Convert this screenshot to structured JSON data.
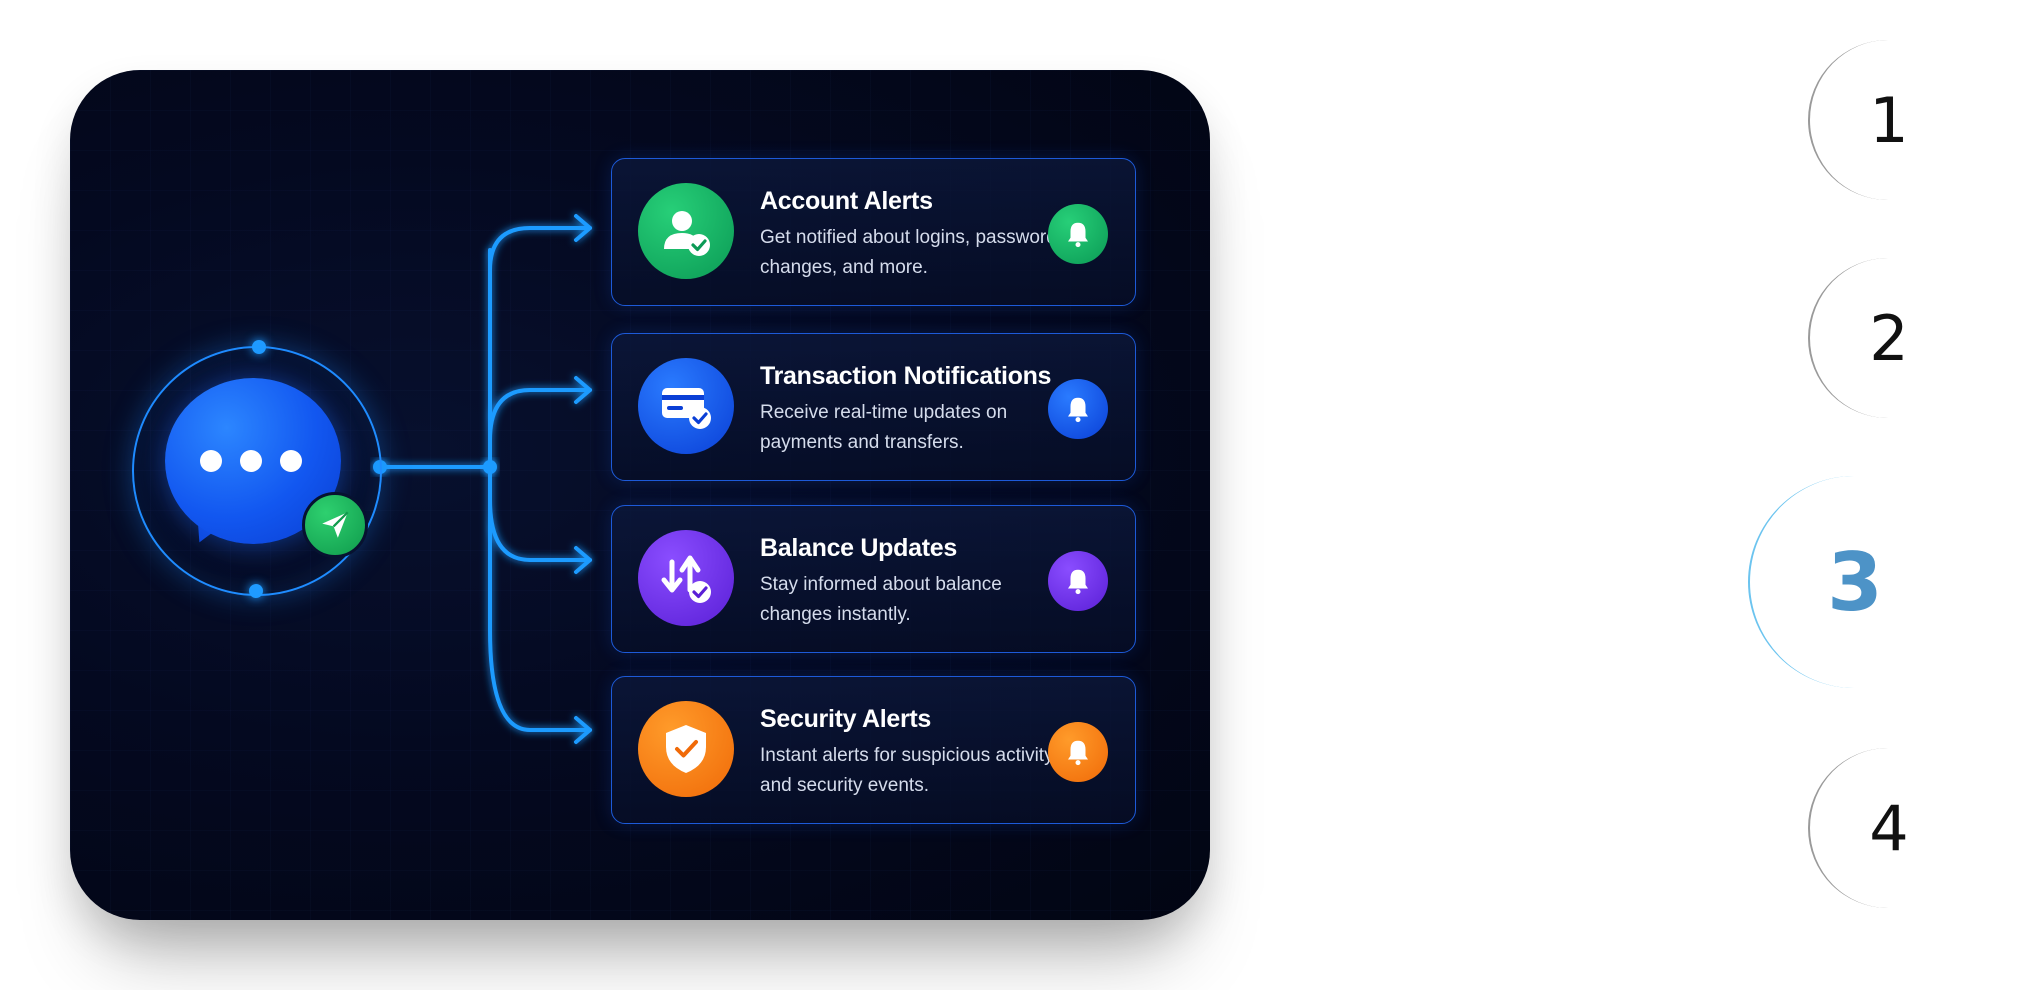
{
  "alerts": [
    {
      "title": "Account Alerts",
      "desc": "Get notified about logins, password changes, and more.",
      "icon": "user-check-icon",
      "color": "#12b368"
    },
    {
      "title": "Transaction Notifications",
      "desc": "Receive real-time updates on payments and transfers.",
      "icon": "card-check-icon",
      "color": "#1a5cf0"
    },
    {
      "title": "Balance Updates",
      "desc": "Stay informed about balance changes instantly.",
      "icon": "arrows-check-icon",
      "color": "#7034f0"
    },
    {
      "title": "Security Alerts",
      "desc": "Instant alerts for suspicious activity and security events.",
      "icon": "shield-check-icon",
      "color": "#f87c14"
    }
  ],
  "hub": {
    "icon": "chat-bubble-icon",
    "badge_icon": "paper-plane-icon"
  },
  "steps": [
    {
      "label": "1",
      "active": false
    },
    {
      "label": "2",
      "active": false
    },
    {
      "label": "3",
      "active": true
    },
    {
      "label": "4",
      "active": false
    }
  ],
  "colors": {
    "connector": "#1f9bff",
    "active_step": "#4d93c7",
    "card_bg": "#040920"
  }
}
